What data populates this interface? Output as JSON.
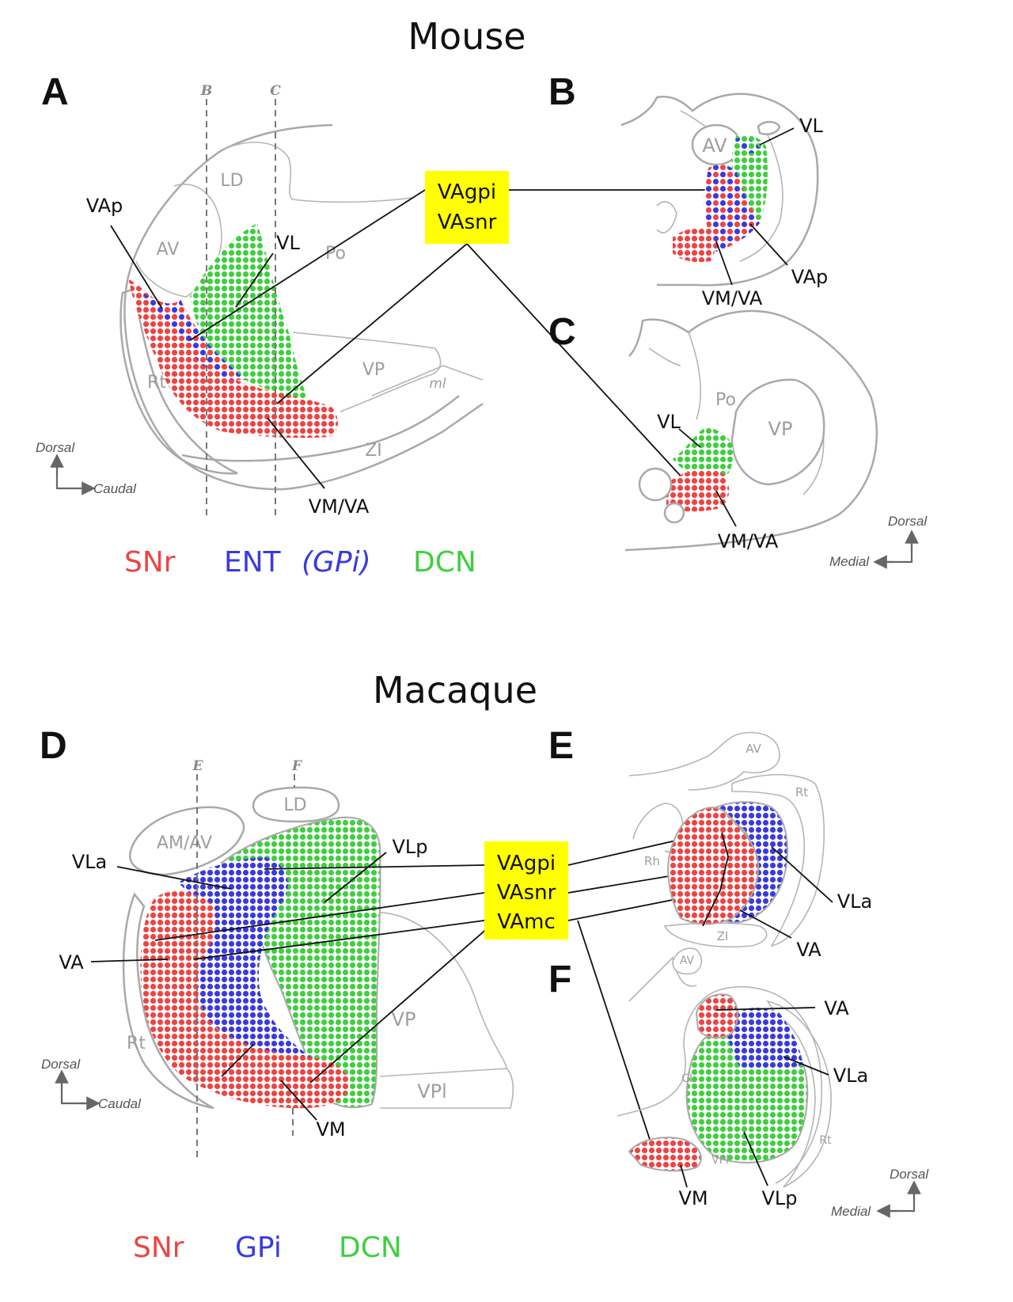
{
  "mouse": {
    "title": "Mouse",
    "panels": {
      "A": "A",
      "B": "B",
      "C": "C"
    },
    "cut_lines": {
      "B": "B",
      "C": "C"
    },
    "regions_A": {
      "LD": "LD",
      "AV": "AV",
      "Po": "Po",
      "Rt": "Rt",
      "VP": "VP",
      "ml": "ml",
      "ZI": "ZI"
    },
    "labels_A": {
      "VAp": "VAp",
      "VL": "VL",
      "VMVA": "VM/VA"
    },
    "regions_B": {
      "AV": "AV"
    },
    "labels_B": {
      "VL": "VL",
      "VAp": "VAp",
      "VMVA": "VM/VA"
    },
    "regions_C": {
      "Po": "Po",
      "VP": "VP"
    },
    "labels_C": {
      "VL": "VL",
      "VMVA": "VM/VA"
    },
    "box": {
      "line1": "VAgpi",
      "line2": "VAsnr"
    },
    "orientation_A": {
      "vertical": "Dorsal",
      "horizontal": "Caudal"
    },
    "orientation_BC": {
      "vertical": "Dorsal",
      "horizontal": "Medial"
    },
    "legend": {
      "snr": "SNr",
      "ent": "ENT",
      "gpi": "(GPi)",
      "dcn": "DCN"
    }
  },
  "macaque": {
    "title": "Macaque",
    "panels": {
      "D": "D",
      "E": "E",
      "F": "F"
    },
    "cut_lines": {
      "E": "E",
      "F": "F"
    },
    "regions_D": {
      "LD": "LD",
      "AMAV": "AM/AV",
      "Rt": "Rt",
      "VP": "VP",
      "VPl": "VPl"
    },
    "labels_D": {
      "VLa": "VLa",
      "VLp": "VLp",
      "VA": "VA",
      "VM": "VM"
    },
    "regions_E": {
      "AV": "AV",
      "Rt": "Rt",
      "Rh": "Rh",
      "ZI": "ZI"
    },
    "labels_E": {
      "VLa": "VLa",
      "VA": "VA"
    },
    "regions_F": {
      "AV": "AV",
      "CL": "CL",
      "Rt": "Rt",
      "VPl": "VPl"
    },
    "labels_F": {
      "VA": "VA",
      "VLa": "VLa",
      "VM": "VM",
      "VLp": "VLp"
    },
    "box": {
      "line1": "VAgpi",
      "line2": "VAsnr",
      "line3": "VAmc"
    },
    "orientation_D": {
      "vertical": "Dorsal",
      "horizontal": "Caudal"
    },
    "orientation_EF": {
      "vertical": "Dorsal",
      "horizontal": "Medial"
    },
    "legend": {
      "snr": "SNr",
      "gpi": "GPi",
      "dcn": "DCN"
    }
  },
  "colors": {
    "snr": "#ee4444",
    "gpi": "#3a3ae0",
    "dcn": "#3fcf3f",
    "box": "#ffff00"
  }
}
